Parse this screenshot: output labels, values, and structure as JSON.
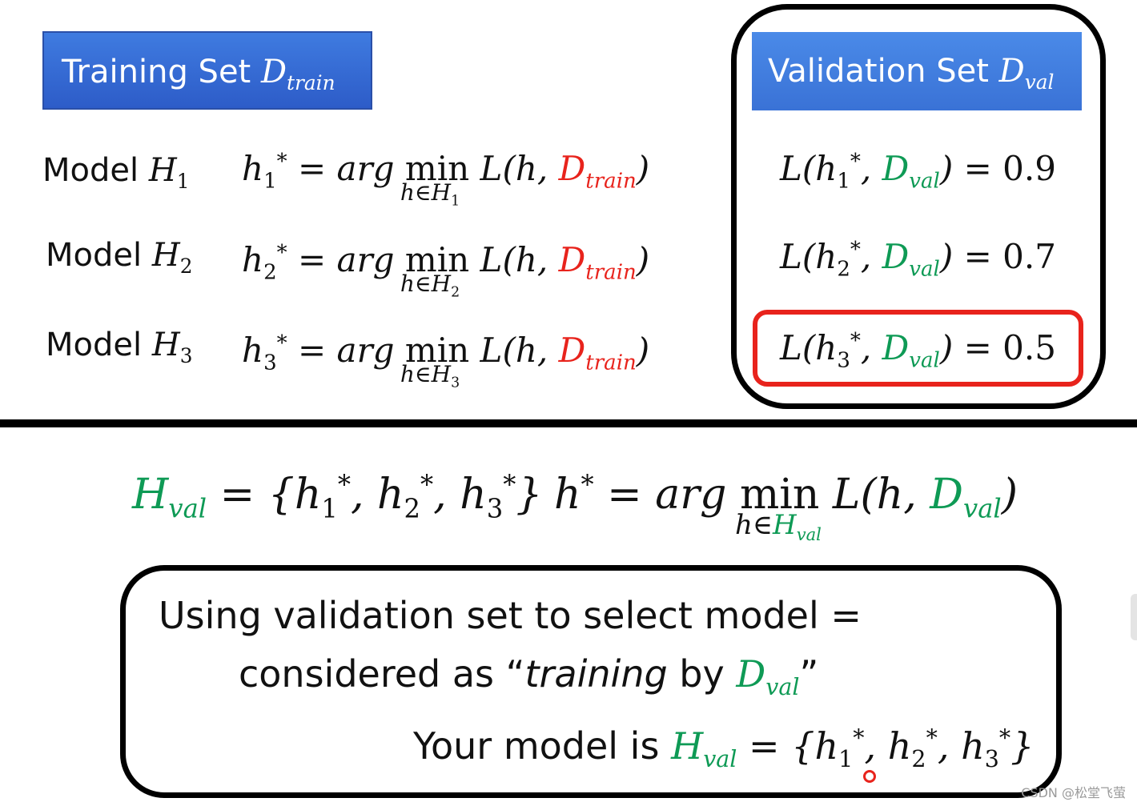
{
  "training_set": {
    "label": "Training Set",
    "symbol": "D",
    "subscript": "train"
  },
  "validation_set": {
    "label": "Validation Set",
    "symbol": "D",
    "subscript": "val"
  },
  "models": [
    {
      "label": "Model",
      "h": "H",
      "index": "1",
      "loss": "0.9"
    },
    {
      "label": "Model",
      "h": "H",
      "index": "2",
      "loss": "0.7"
    },
    {
      "label": "Model",
      "h": "H",
      "index": "3",
      "loss": "0.5"
    }
  ],
  "bottom_box": {
    "line1": "Using validation set to select model =",
    "line2_prefix": "considered as “",
    "line2_italic": "training",
    "line2_mid": " by ",
    "line2_suffix": "”",
    "line3_prefix": "Your model is"
  },
  "watermark": "CSDN @松堂飞萤",
  "colors": {
    "train_accent": "#e8231c",
    "val_accent": "#0e9a55",
    "header_blue": "#2d5cc8",
    "highlight_red": "#e8231c"
  }
}
